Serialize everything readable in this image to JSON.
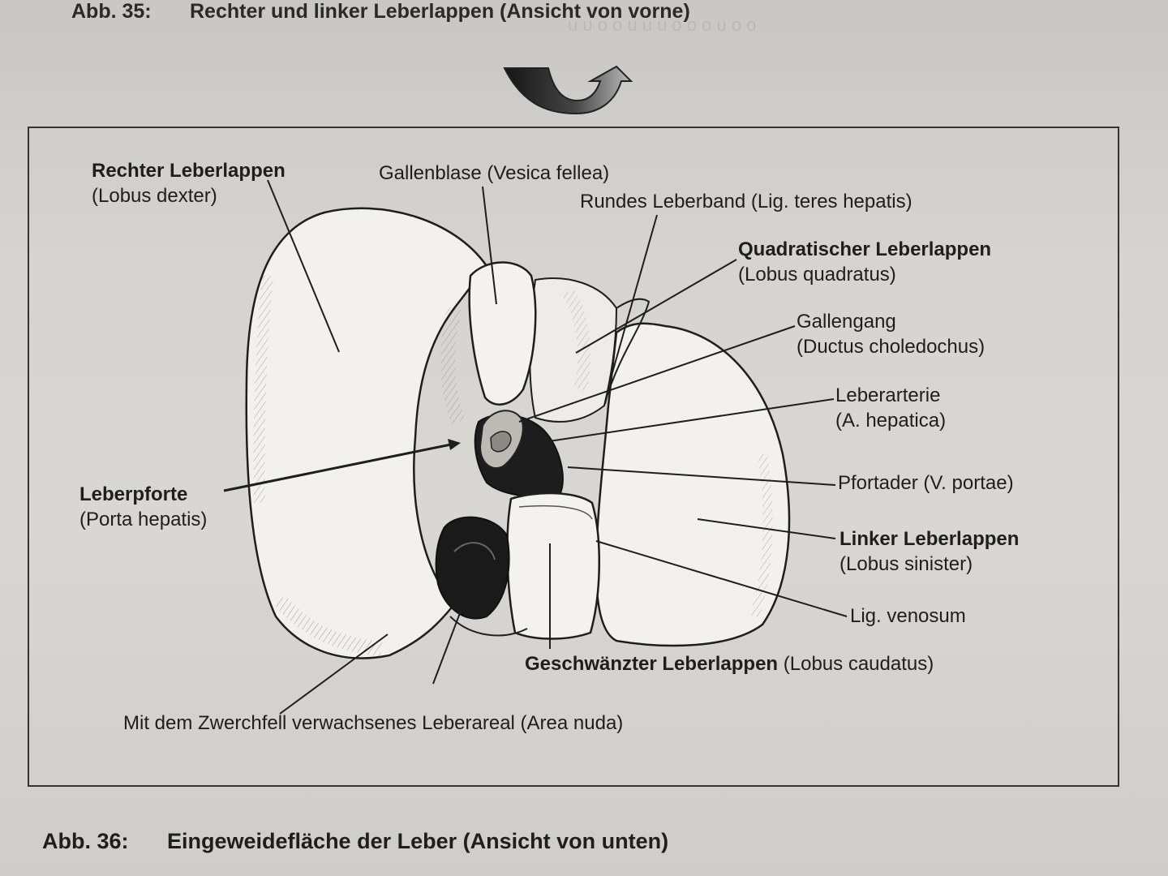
{
  "caption_top": {
    "number": "Abb. 35:",
    "text": "Rechter und linker Leberlappen (Ansicht von vorne)"
  },
  "caption_bottom": {
    "number": "Abb. 36:",
    "text": "Eingeweidefläche der Leber (Ansicht von unten)"
  },
  "icons": {
    "rotation_arrow": "rotate-up-arrow-icon"
  },
  "labels": {
    "rechter_leberlappen": {
      "name": "Rechter Leberlappen",
      "latin": "(Lobus dexter)"
    },
    "gallenblase": {
      "text": "Gallenblase (Vesica fellea)"
    },
    "rundes_leberband": {
      "text": "Rundes Leberband (Lig. teres hepatis)"
    },
    "quadratischer_leberlappen": {
      "name": "Quadratischer Leberlappen",
      "latin": "(Lobus quadratus)"
    },
    "gallengang": {
      "name": "Gallengang",
      "latin": "(Ductus choledochus)"
    },
    "leberarterie": {
      "name": "Leberarterie",
      "latin": "(A. hepatica)"
    },
    "leberpforte": {
      "name": "Leberpforte",
      "latin": "(Porta hepatis)"
    },
    "pfortader": {
      "text": "Pfortader (V. portae)"
    },
    "linker_leberlappen": {
      "name": "Linker Leberlappen",
      "latin": "(Lobus sinister)"
    },
    "lig_venosum": {
      "text": "Lig. venosum"
    },
    "geschwaenzter_leberlappen": {
      "name": "Geschwänzter Leberlappen",
      "latin": "(Lobus caudatus)"
    },
    "area_nuda": {
      "text": "Mit dem Zwerchfell verwachsenes Leberareal (Area nuda)"
    }
  }
}
